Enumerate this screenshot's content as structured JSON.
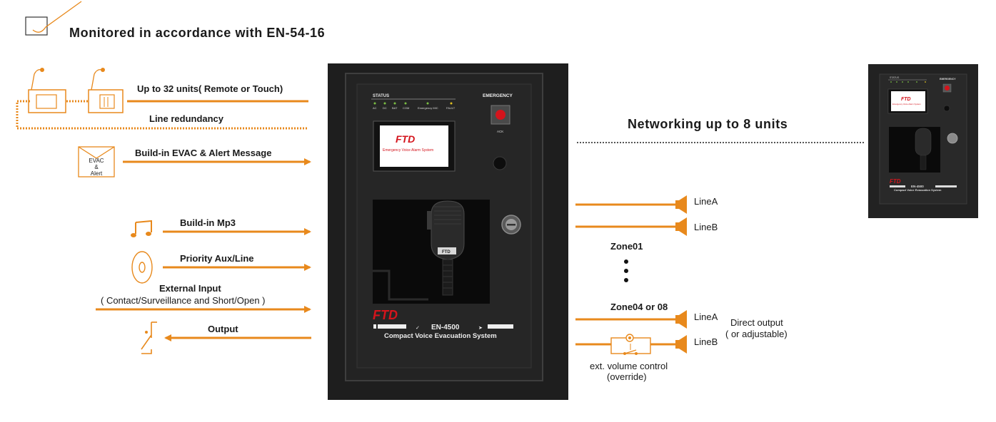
{
  "title": "Monitored in accordance with EN-54-16",
  "networking_label": "Networking up to 8 units",
  "left_items": {
    "remote_units": "Up to  32  units( Remote or Touch)",
    "line_redundancy": "Line redundancy",
    "evac_alert": "Build-in EVAC & Alert Message",
    "envelope_text": [
      "EVAC",
      "&",
      "Alert"
    ],
    "mp3": "Build-in Mp3",
    "priority_aux": "Priority Aux/Line",
    "external_input": "External Input",
    "external_input_sub": "( Contact/Surveillance and Short/Open )",
    "output": "Output"
  },
  "right_items": {
    "line_a": "LineA",
    "line_b": "LineB",
    "zone01": "Zone01",
    "zone04": "Zone04  or  08",
    "direct_output": "Direct output",
    "direct_output_sub": "( or adjustable)",
    "volume_control": "ext. volume control",
    "volume_control_sub": "(override)"
  },
  "main_panel": {
    "status_label": "STATUS",
    "status_leds": [
      "AC",
      "DC",
      "BAT",
      "COM",
      "Emergency MIC",
      "FAULT"
    ],
    "emergency_label": "EMERGENCY",
    "ack_label": "ACK",
    "brand": "FTD",
    "screen_subtitle": "Emergency Voice Alarm System",
    "model": "EN-4500",
    "product_name": "Compact Voice Evacuation System",
    "mic_label": "FTD"
  },
  "small_panel": {
    "status_label": "STATUS",
    "emergency_label": "EMERGENCY",
    "brand": "FTD",
    "screen_subtitle": "Emergency Voice Alarm System",
    "model": "EN-4500",
    "product_name": "Compact Voice Evacuation System"
  },
  "colors": {
    "accent": "#e8891c",
    "panel_dark": "#1e1e1e",
    "panel_border": "#2e2e2e",
    "brand_red": "#d4141c",
    "text": "#1a1a1a"
  }
}
